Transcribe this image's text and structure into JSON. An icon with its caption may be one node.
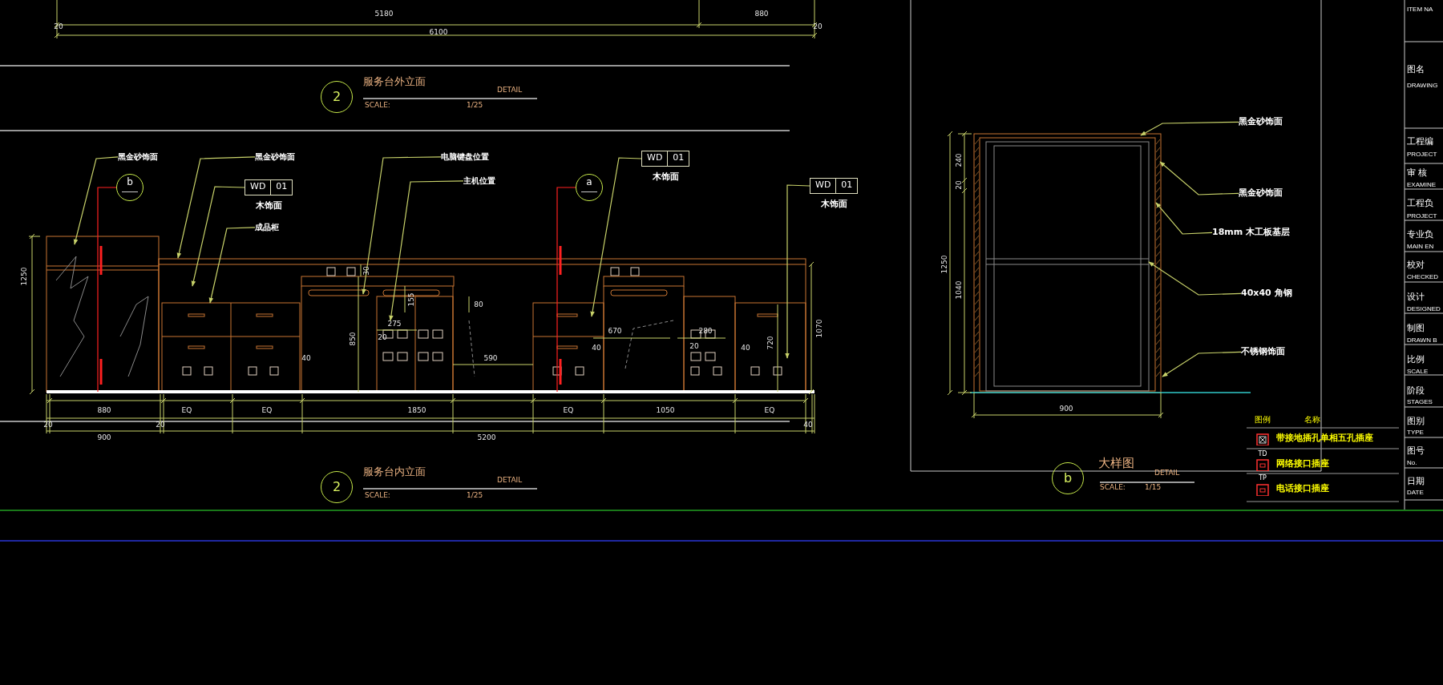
{
  "diagram": {
    "nodes": [
      {
        "text": [
          "黑金砂饰面"
        ]
      },
      {
        "text": [
          "黑金砂饰面"
        ]
      },
      {
        "text": [
          "WD",
          "01"
        ],
        "beside": [
          "木饰面"
        ]
      },
      {
        "text": [
          "成品柜"
        ]
      },
      {
        "text": [
          "电脑键盘位置"
        ]
      },
      {
        "text": [
          "主机位置"
        ]
      },
      {
        "text": [
          "WD",
          "01"
        ],
        "beside": [
          "木饰面"
        ]
      },
      {
        "text": [
          "WD",
          "01"
        ],
        "beside": [
          "木饰面"
        ]
      },
      {
        "text": [
          "黑金砂饰面"
        ]
      },
      {
        "text": [
          "黑金砂饰面"
        ]
      },
      {
        "text": [
          "18mm 木工板基层"
        ]
      },
      {
        "text": [
          "40x40 角钢"
        ]
      },
      {
        "text": [
          "不锈钢饰面"
        ]
      },
      {
        "text": [
          "2"
        ],
        "beside": [
          "服务台外立面",
          "DETAIL",
          "SCALE:",
          "1/25"
        ]
      },
      {
        "text": [
          "b"
        ]
      },
      {
        "text": [
          "a"
        ]
      },
      {
        "text": [
          "2"
        ],
        "beside": [
          "服务台内立面",
          "DETAIL",
          "SCALE:",
          "1/25"
        ]
      },
      {
        "text": [
          "b"
        ],
        "beside": [
          "大样图",
          "DETAIL",
          "SCALE:",
          "1/15"
        ]
      },
      {
        "text": [],
        "shape": "picture"
      },
      {
        "text": [],
        "shape": "picture"
      }
    ],
    "edges": [
      {
        "from": 0,
        "to": 18,
        "arrow": "to"
      },
      {
        "from": 1,
        "to": 18,
        "arrow": "to"
      },
      {
        "from": 2,
        "to": 18,
        "arrow": "to"
      },
      {
        "from": 3,
        "to": 18,
        "arrow": "to"
      },
      {
        "from": 4,
        "to": 18,
        "arrow": "to"
      },
      {
        "from": 5,
        "to": 18,
        "arrow": "to"
      },
      {
        "from": 6,
        "to": 18,
        "arrow": "to"
      },
      {
        "from": 7,
        "to": 18,
        "arrow": "to"
      },
      {
        "from": 8,
        "to": 19,
        "arrow": "to"
      },
      {
        "from": 9,
        "to": 19,
        "arrow": "to"
      },
      {
        "from": 10,
        "to": 19,
        "arrow": "to"
      },
      {
        "from": 11,
        "to": 19,
        "arrow": "to"
      },
      {
        "from": 12,
        "to": 19,
        "arrow": "to"
      },
      {
        "from": 14,
        "to": 18,
        "arrow": "none",
        "color": "#ff2020"
      },
      {
        "from": 15,
        "to": 18,
        "arrow": "none",
        "color": "#ff2020"
      }
    ],
    "labels": [
      "5180",
      "880",
      "20",
      "6100",
      "20",
      "1250",
      "30",
      "155",
      "80",
      "275",
      "20",
      "850",
      "40",
      "590",
      "670",
      "280",
      "40",
      "20",
      "40",
      "720",
      "1070",
      "880",
      "EQ",
      "EQ",
      "1850",
      "EQ",
      "1050",
      "EQ",
      "20",
      "20",
      "40",
      "900",
      "5200",
      "240",
      "20",
      "1250",
      "1040",
      "900",
      "图例",
      "名称",
      "TD",
      "TP",
      "ITEM NA",
      "图名",
      "DRAWING",
      "工程编",
      "PROJECT",
      "审 核",
      "EXAMINE",
      "工程负",
      "PROJECT",
      "专业负",
      "MAIN EN",
      "校对",
      "CHECKED",
      "设计",
      "DESIGNED",
      "制图",
      "DRAWN B",
      "比例",
      "SCALE",
      "阶段",
      "STAGES",
      "图别",
      "TYPE",
      "图号",
      "No.",
      "日期",
      "DATE"
    ],
    "legend": [
      {
        "text": "带接地插孔单相五孔插座"
      },
      {
        "text": "网络接口插座"
      },
      {
        "text": "电话接口插座"
      }
    ]
  }
}
